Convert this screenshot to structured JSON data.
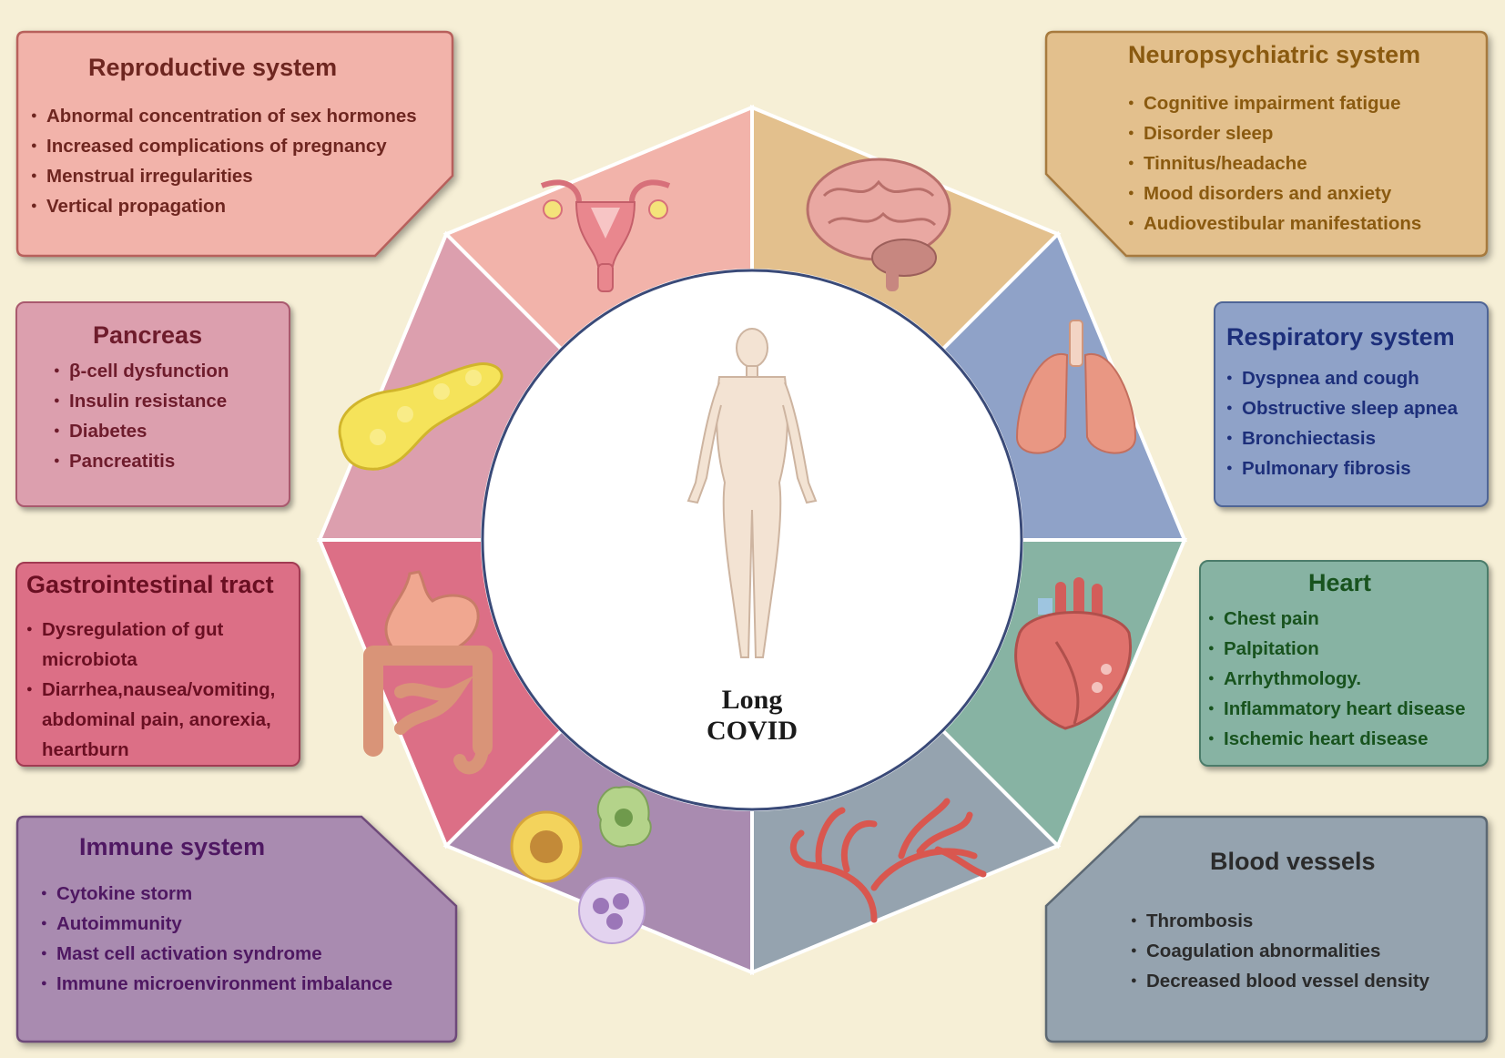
{
  "center_label": "Long COVID",
  "colors": {
    "background": "#f6efd6",
    "reproductive": "#f2b3aa",
    "neuro": "#e3c08d",
    "respiratory": "#8fa2c8",
    "pancreas": "#dc9fae",
    "heart": "#87b3a3",
    "gi": "#dc6f86",
    "immune": "#a98bb0",
    "vessels": "#95a3af"
  },
  "panels": {
    "reproductive": {
      "title": "Reproductive system",
      "items": [
        "Abnormal concentration of sex hormones",
        "Increased complications of pregnancy",
        "Menstrual irregularities",
        "Vertical propagation"
      ]
    },
    "neuro": {
      "title": "Neuropsychiatric system",
      "items": [
        "Cognitive impairment fatigue",
        "Disorder sleep",
        "Tinnitus/headache",
        "Mood disorders and anxiety",
        "Audiovestibular manifestations"
      ]
    },
    "pancreas": {
      "title": "Pancreas",
      "items": [
        "β-cell dysfunction",
        "Insulin resistance",
        "Diabetes",
        "Pancreatitis"
      ]
    },
    "respiratory": {
      "title": "Respiratory system",
      "items": [
        "Dyspnea and cough",
        "Obstructive sleep apnea",
        "Bronchiectasis",
        "Pulmonary fibrosis"
      ]
    },
    "gi": {
      "title": "Gastrointestinal tract",
      "items": [
        "Dysregulation of gut microbiota",
        "Diarrhea,nausea/vomiting, abdominal pain, anorexia, heartburn"
      ]
    },
    "heart": {
      "title": "Heart",
      "items": [
        "Chest pain",
        "Palpitation",
        "Arrhythmology.",
        "Inflammatory heart disease",
        "Ischemic heart disease"
      ]
    },
    "immune": {
      "title": "Immune system",
      "items": [
        "Cytokine storm",
        "Autoimmunity",
        "Mast cell activation syndrome",
        "Immune microenvironment imbalance"
      ]
    },
    "vessels": {
      "title": "Blood vessels",
      "items": [
        "Thrombosis",
        "Coagulation abnormalities",
        "Decreased blood vessel density"
      ]
    }
  }
}
